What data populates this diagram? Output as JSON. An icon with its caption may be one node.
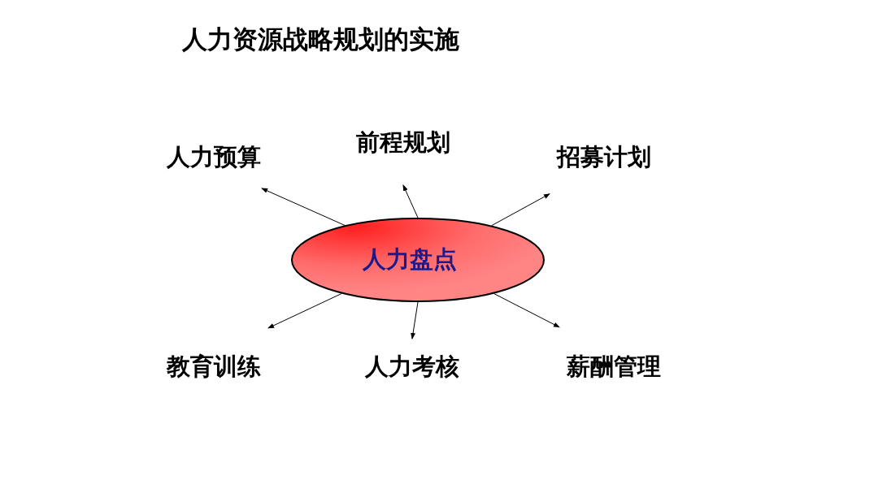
{
  "diagram": {
    "title": "人力资源战略规划的实施",
    "nodes": [
      {
        "text": [
          "前程规划"
        ]
      },
      {
        "text": [
          "人力预算"
        ]
      },
      {
        "text": [
          "招募计划"
        ]
      },
      {
        "text": [
          "人力盘点"
        ]
      },
      {
        "text": [
          "教育训练"
        ]
      },
      {
        "text": [
          "人力考核"
        ]
      },
      {
        "text": [
          "薪酬管理"
        ]
      }
    ],
    "edges": [
      {
        "from": 3,
        "to": 0,
        "arrow": "to"
      },
      {
        "from": 3,
        "to": 1,
        "arrow": "to"
      },
      {
        "from": 3,
        "to": 2,
        "arrow": "to"
      },
      {
        "from": 3,
        "to": 4,
        "arrow": "to"
      },
      {
        "from": 3,
        "to": 5,
        "arrow": "to"
      },
      {
        "from": 3,
        "to": 6,
        "arrow": "to"
      }
    ]
  }
}
